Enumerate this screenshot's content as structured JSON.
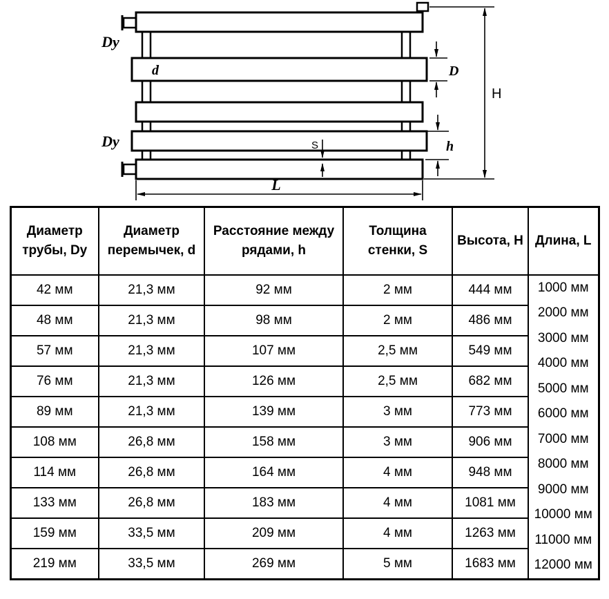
{
  "diagram": {
    "labels": {
      "dy_top": "Dy",
      "dy_bottom": "Dy",
      "d": "d",
      "D": "D",
      "H": "H",
      "h": "h",
      "S": "S",
      "L": "L"
    }
  },
  "table": {
    "headers": [
      [
        "Диаметр",
        "трубы, Dy"
      ],
      [
        "Диаметр",
        "перемычек, d"
      ],
      [
        "Расстояние между",
        "рядами, h"
      ],
      [
        "Толщина",
        "стенки, S"
      ],
      [
        "Высота, H"
      ],
      [
        "Длина, L"
      ]
    ],
    "rows": [
      [
        "42 мм",
        "21,3 мм",
        "92 мм",
        "2 мм",
        "444 мм"
      ],
      [
        "48 мм",
        "21,3 мм",
        "98 мм",
        "2 мм",
        "486 мм"
      ],
      [
        "57 мм",
        "21,3 мм",
        "107 мм",
        "2,5 мм",
        "549 мм"
      ],
      [
        "76 мм",
        "21,3 мм",
        "126 мм",
        "2,5 мм",
        "682 мм"
      ],
      [
        "89 мм",
        "21,3 мм",
        "139 мм",
        "3 мм",
        "773 мм"
      ],
      [
        "108 мм",
        "26,8 мм",
        "158 мм",
        "3 мм",
        "906 мм"
      ],
      [
        "114 мм",
        "26,8 мм",
        "164 мм",
        "4 мм",
        "948 мм"
      ],
      [
        "133 мм",
        "26,8 мм",
        "183 мм",
        "4 мм",
        "1081 мм"
      ],
      [
        "159 мм",
        "33,5 мм",
        "209 мм",
        "4 мм",
        "1263 мм"
      ],
      [
        "219 мм",
        "33,5 мм",
        "269 мм",
        "5 мм",
        "1683 мм"
      ]
    ],
    "lengths": [
      "1000 мм",
      "2000 мм",
      "3000 мм",
      "4000 мм",
      "5000 мм",
      "6000 мм",
      "7000 мм",
      "8000 мм",
      "9000 мм",
      "10000 мм",
      "11000 мм",
      "12000 мм"
    ]
  }
}
